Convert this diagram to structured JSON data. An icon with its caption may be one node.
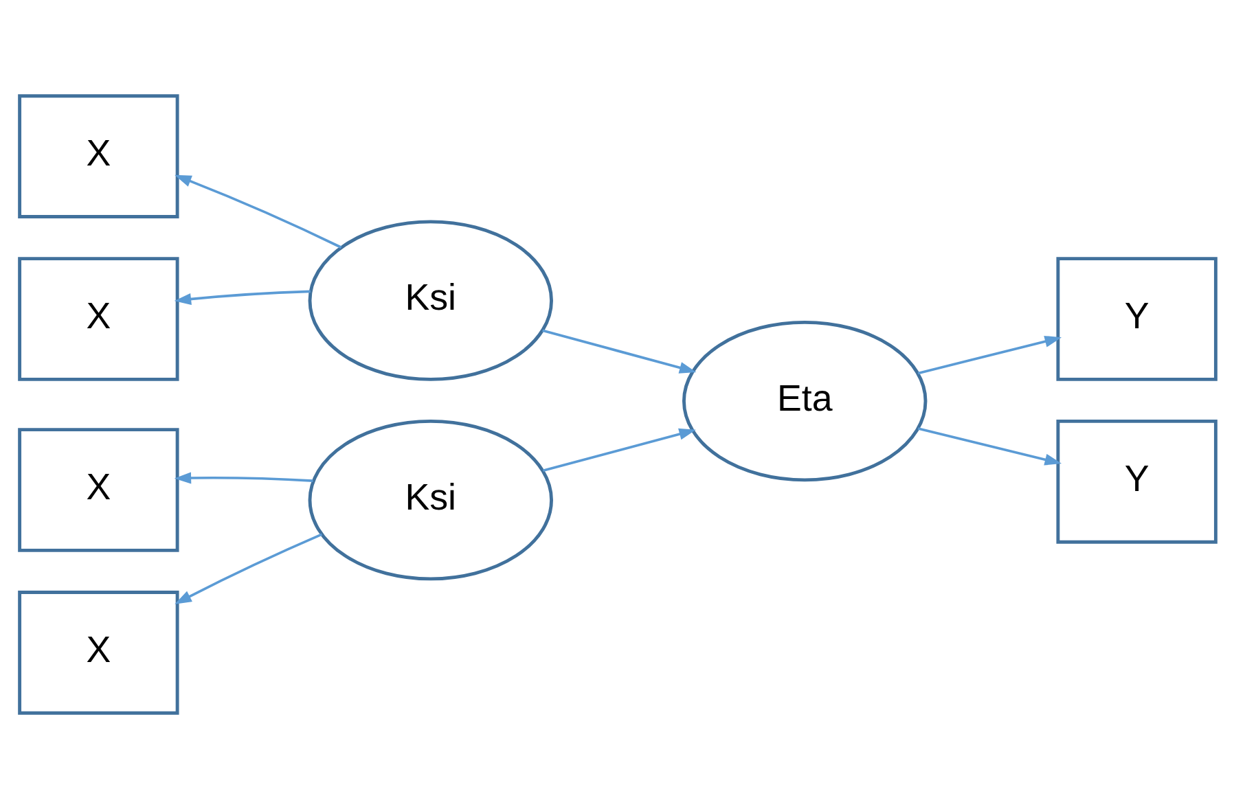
{
  "diagram": {
    "nodes": [
      {
        "text": [
          "X"
        ]
      },
      {
        "text": [
          "X"
        ]
      },
      {
        "text": [
          "X"
        ]
      },
      {
        "text": [
          "X"
        ]
      },
      {
        "text": [
          "Ksi"
        ]
      },
      {
        "text": [
          "Ksi"
        ]
      },
      {
        "text": [
          "Eta"
        ]
      },
      {
        "text": [
          "Y"
        ]
      },
      {
        "text": [
          "Y"
        ]
      }
    ],
    "edges": [
      {
        "from": 4,
        "to": 0,
        "arrow": "to"
      },
      {
        "from": 4,
        "to": 1,
        "arrow": "to"
      },
      {
        "from": 5,
        "to": 2,
        "arrow": "to"
      },
      {
        "from": 5,
        "to": 3,
        "arrow": "to"
      },
      {
        "from": 4,
        "to": 6,
        "arrow": "to"
      },
      {
        "from": 5,
        "to": 6,
        "arrow": "to"
      },
      {
        "from": 6,
        "to": 7,
        "arrow": "to"
      },
      {
        "from": 6,
        "to": 8,
        "arrow": "to"
      }
    ]
  }
}
